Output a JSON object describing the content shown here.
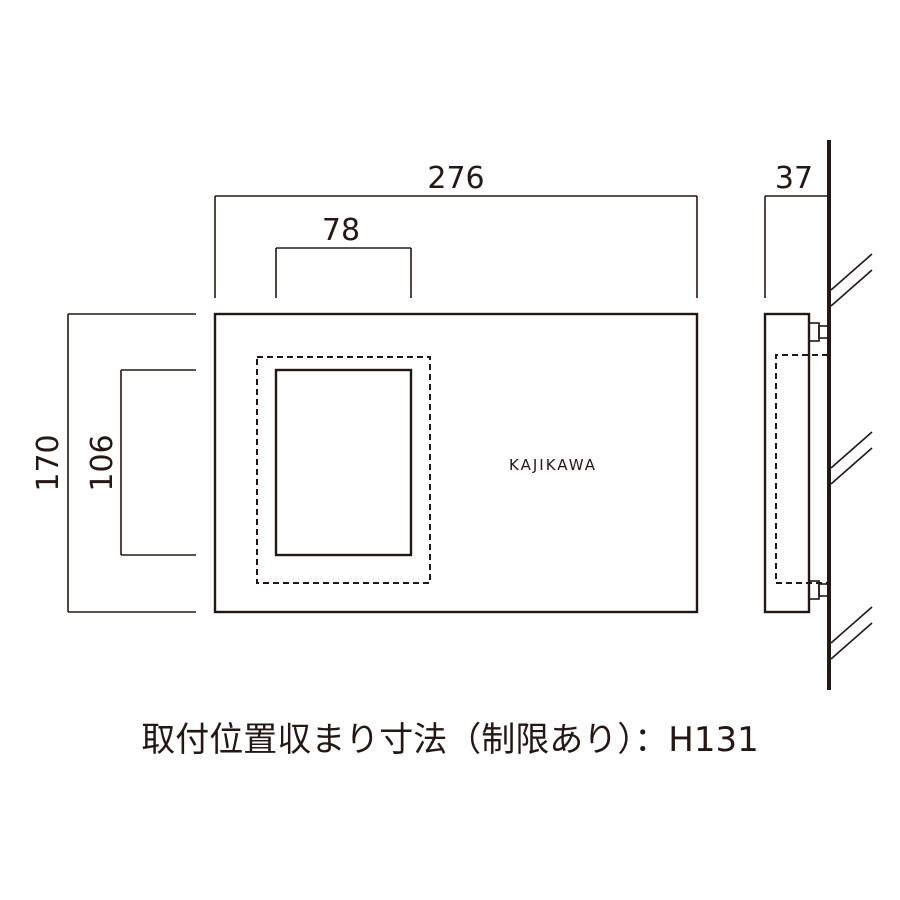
{
  "dimensions": {
    "width": "276",
    "window_width": "78",
    "height": "170",
    "window_height": "106",
    "depth": "37"
  },
  "nameplate_text": "KAJIKAWA",
  "caption": "取付位置収まり寸法（制限あり）：H131",
  "colors": {
    "line": "#231815",
    "background": "#ffffff"
  }
}
